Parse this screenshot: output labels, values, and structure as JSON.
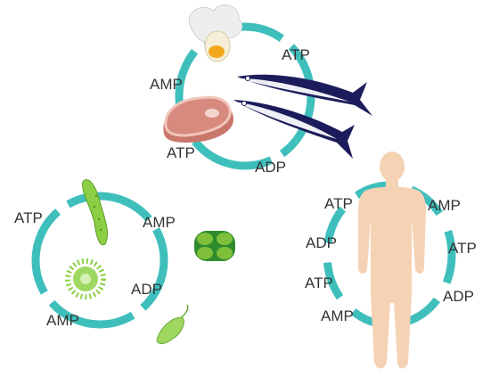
{
  "colors": {
    "ring": "#3fbfbc",
    "skin": "#f6d2b4",
    "meat": "#d98a7f",
    "fish_dark": "#1c1c5c",
    "fish_light": "#eef0f6",
    "green": "#7fbf3a",
    "green_dark": "#2e8b2e",
    "egg": "#f2a81d"
  },
  "cycles": {
    "food": {
      "labels": [
        "ATP",
        "AMP",
        "ATP",
        "ADP"
      ],
      "icons": [
        "egg-icon",
        "meat-icon",
        "fish-icon",
        "fish-icon"
      ]
    },
    "microbe": {
      "labels": [
        "ATP",
        "AMP",
        "ADP",
        "AMP"
      ],
      "icons": [
        "euglena-icon",
        "pollen-icon",
        "algae-cell-icon",
        "paramecium-icon"
      ]
    },
    "human": {
      "labels": [
        "ATP",
        "AMP",
        "ADP",
        "ATP",
        "ATP",
        "ADP",
        "AMP"
      ],
      "icons": [
        "human-body-icon"
      ]
    }
  }
}
